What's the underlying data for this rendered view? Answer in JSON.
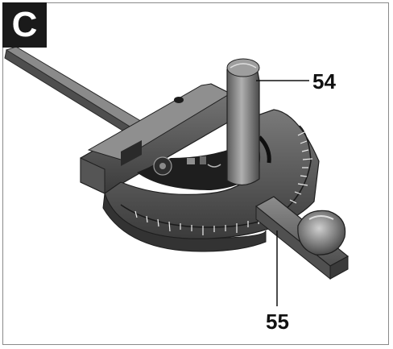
{
  "figure": {
    "letter": "C"
  },
  "callouts": [
    {
      "number": "54"
    },
    {
      "number": "55"
    }
  ],
  "colors": {
    "badge_bg": "#1a1a1a",
    "metal_dark": "#3a3a3a",
    "metal_mid": "#6b6b6b",
    "metal_light": "#a9a9a9"
  },
  "icons": [
    "miter-gauge-illustration",
    "leader-line"
  ]
}
